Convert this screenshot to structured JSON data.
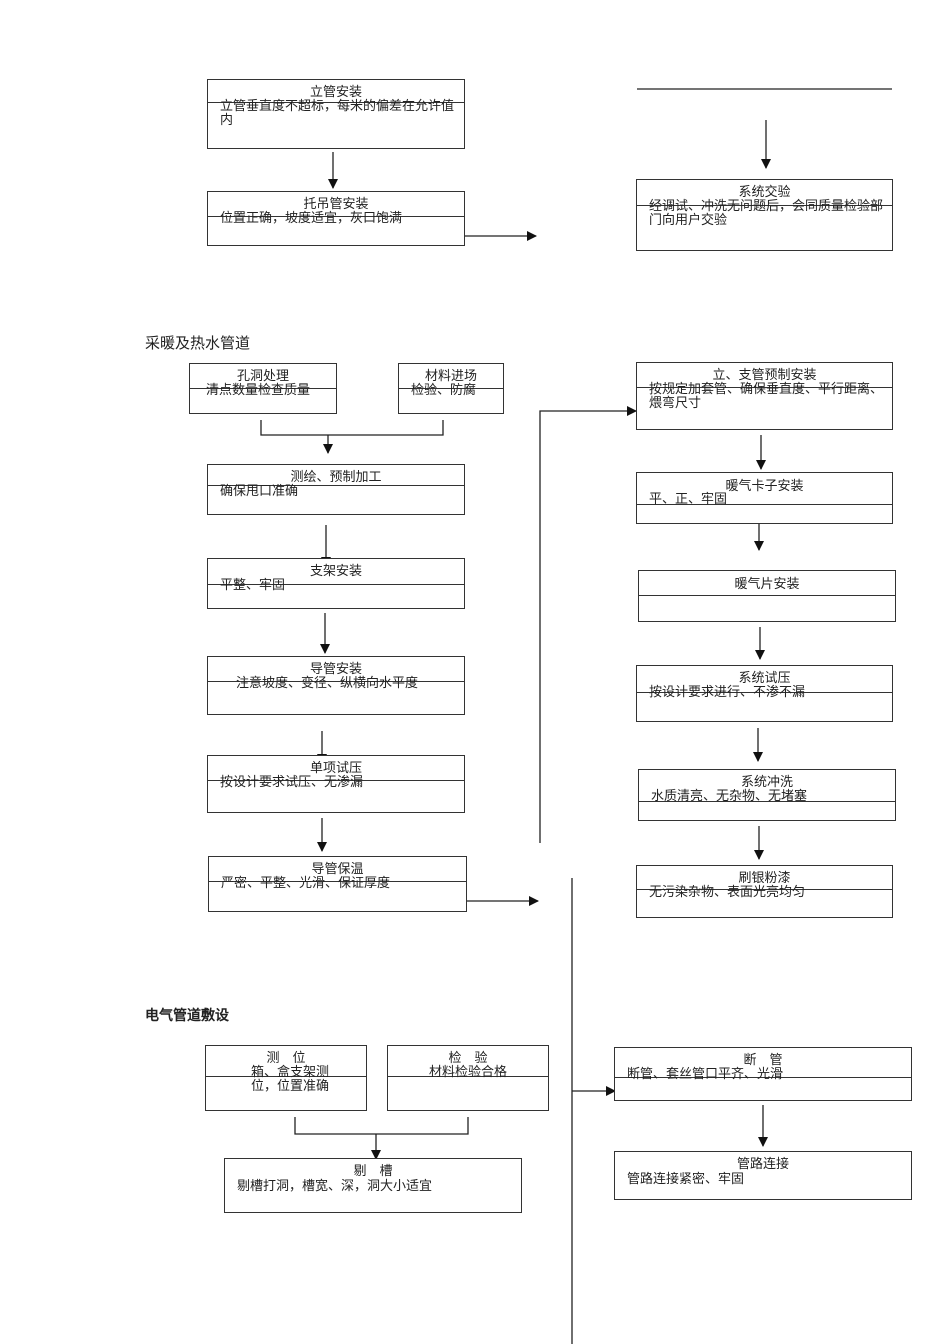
{
  "sections": {
    "heating": "采暖及热水管道",
    "electrical": "电气管道敷设"
  },
  "boxes": {
    "riser_install": {
      "title": "立管安装",
      "desc": "立管垂直度不超标，每米的偏差在允许值内"
    },
    "hanger_install": {
      "title": "托吊管安装",
      "desc": "位置正确，坡度适宜，灰口饱满"
    },
    "system_handover": {
      "title": "系统交验",
      "desc": "经调试、冲洗无问题后，会同质量检验部门向用户交验"
    },
    "hole_treatment": {
      "title": "孔洞处理",
      "desc": "清点数量检查质量"
    },
    "material_entry": {
      "title": "材料进场",
      "desc": "检验、防腐"
    },
    "survey_prefab": {
      "title": "测绘、预制加工",
      "desc": "确保甩口准确"
    },
    "bracket_install": {
      "title": "支架安装",
      "desc": "平整、牢固"
    },
    "conduit_install": {
      "title": "导管安装",
      "desc": "注意坡度、变径、纵横向水平度"
    },
    "single_pressure_test": {
      "title": "单项试压",
      "desc": "按设计要求试压、无渗漏"
    },
    "conduit_insulation": {
      "title": "导管保温",
      "desc": "严密、平整、光滑、保证厚度"
    },
    "branch_prefab": {
      "title": "立、支管预制安装",
      "desc": "按规定加套管、确保垂直度、平行距离、煨弯尺寸"
    },
    "clamp_install": {
      "title": "暖气卡子安装",
      "desc": "平、正、牢固"
    },
    "radiator_install": {
      "title": "暖气片安装",
      "desc": ""
    },
    "system_pressure_test": {
      "title": "系统试压",
      "desc": "按设计要求进行、不渗不漏"
    },
    "system_flush": {
      "title": "系统冲洗",
      "desc": "水质清亮、无杂物、无堵塞"
    },
    "silver_paint": {
      "title": "刷银粉漆",
      "desc": "无污染杂物、表面光亮均匀"
    },
    "positioning": {
      "title": "测　位",
      "desc": "箱、盒支架测位，位置准确"
    },
    "inspection": {
      "title": "检　验",
      "desc": "材料检验合格"
    },
    "chiseling": {
      "title": "剔　槽",
      "desc": "剔槽打洞，槽宽、深，洞大小适宜"
    },
    "pipe_cutting": {
      "title": "断　管",
      "desc": "断管、套丝管口平齐、光滑"
    },
    "pipe_connection": {
      "title": "管路连接",
      "desc": "管路连接紧密、牢固"
    }
  }
}
